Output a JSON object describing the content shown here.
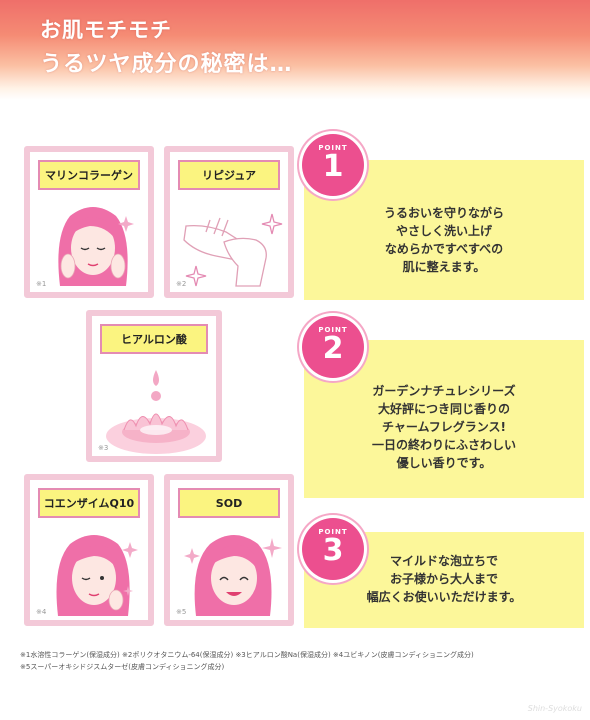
{
  "header": {
    "line1": "お肌モチモチ",
    "line2": "うるツヤ成分の秘密は…"
  },
  "ingredients": [
    {
      "label": "マリンコラーゲン",
      "note": "※1",
      "icon": "woman-face-icon"
    },
    {
      "label": "リピジュア",
      "note": "※2",
      "icon": "hands-sparkle-icon"
    },
    {
      "label": "ヒアルロン酸",
      "note": "※3",
      "icon": "water-drop-icon"
    },
    {
      "label": "コエンザイムQ10",
      "note": "※4",
      "icon": "woman-face-icon"
    },
    {
      "label": "SOD",
      "note": "※5",
      "icon": "smiling-face-icon"
    }
  ],
  "points": [
    {
      "badge": "POINT",
      "number": "1",
      "lines": [
        "うるおいを守りながら",
        "やさしく洗い上げ",
        "なめらかですべすべの",
        "肌に整えます。"
      ]
    },
    {
      "badge": "POINT",
      "number": "2",
      "lines": [
        "ガーデンナチュレシリーズ",
        "大好評につき同じ香りの",
        "チャームフレグランス!",
        "一日の終わりにふさわしい",
        "優しい香りです。"
      ]
    },
    {
      "badge": "POINT",
      "number": "3",
      "lines": [
        "マイルドな泡立ちで",
        "お子様から大人まで",
        "幅広くお使いいただけます。"
      ]
    }
  ],
  "footnotes": {
    "line1": "※1水溶性コラーゲン(保湿成分) ※2ポリクオタニウム-64(保湿成分) ※3ヒアルロン酸Na(保湿成分) ※4ユビキノン(皮膚コンディショニング成分)",
    "line2": "※5スーパーオキシドジスムターゼ(皮膚コンディショニング成分)"
  },
  "watermark": "Shin-Syokoku",
  "colors": {
    "pink": "#ec4f8f",
    "panel": "#fcf79a",
    "label": "#fbf480",
    "border": "#f3c9d8"
  }
}
